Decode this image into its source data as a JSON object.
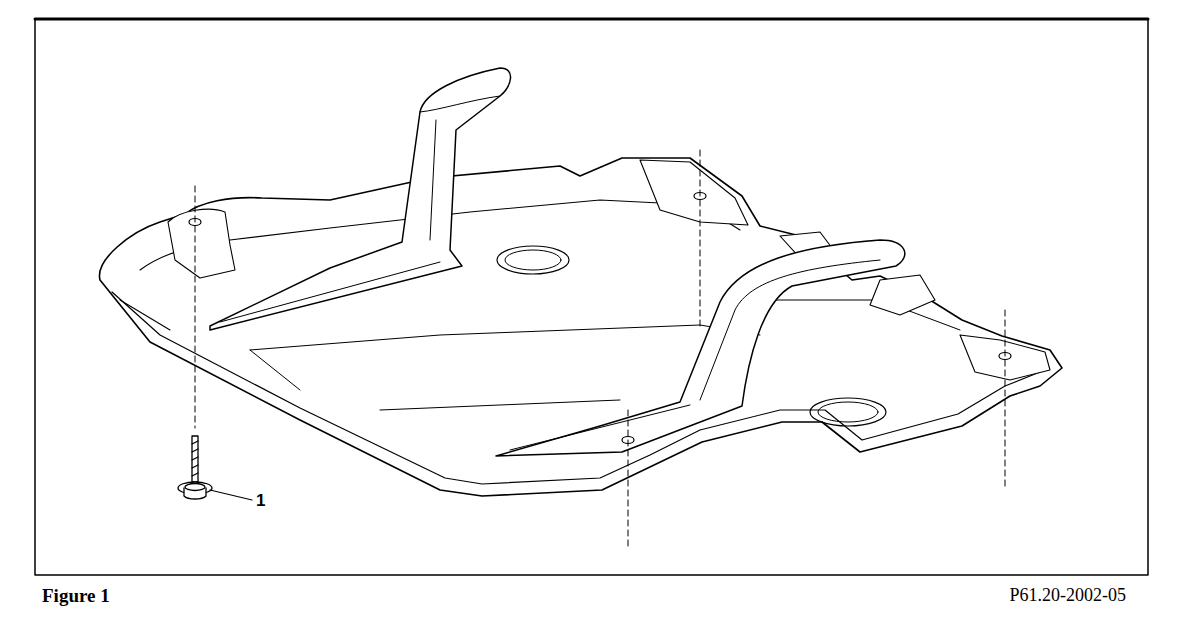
{
  "diagram": {
    "caption": "Figure 1",
    "labels": [
      "1",
      "P61.20-2002-05"
    ]
  }
}
